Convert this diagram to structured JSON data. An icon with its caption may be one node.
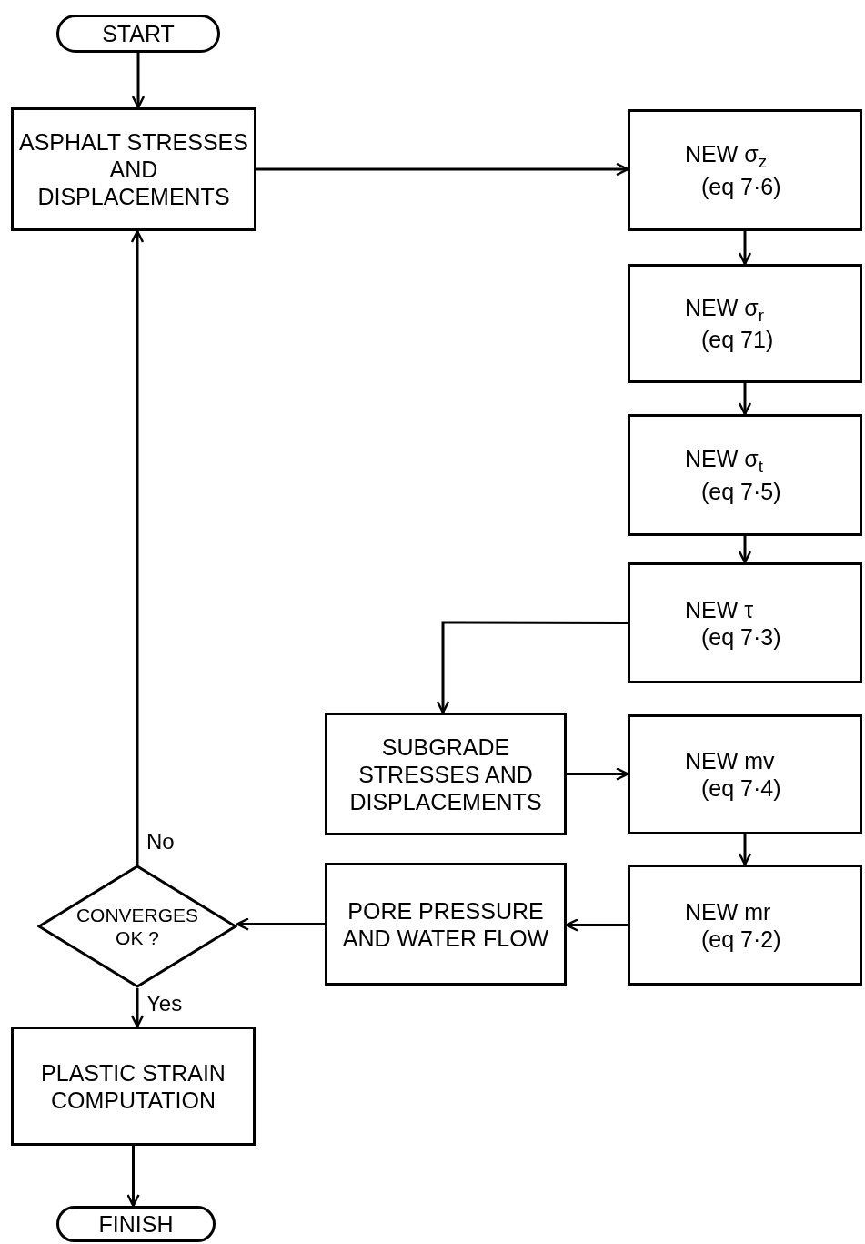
{
  "diagram": {
    "nodes": [
      {
        "text": [
          "START"
        ]
      },
      {
        "text": [
          "ASPHALT STRESSES AND DISPLACEMENTS"
        ]
      },
      {
        "text": [
          "NEW σ$_{z}$",
          "(eq 7·6)"
        ]
      },
      {
        "text": [
          "NEW σ$_{r}$",
          "(eq 71)"
        ]
      },
      {
        "text": [
          "NEW σ$_{t}$",
          "(eq 7·5)"
        ]
      },
      {
        "text": [
          "NEW τ",
          "(eq 7·3)"
        ]
      },
      {
        "text": [
          "SUBGRADE STRESSES AND DISPLACEMENTS"
        ]
      },
      {
        "text": [
          "NEW mv",
          "(eq 7·4)"
        ]
      },
      {
        "text": [
          "PORE PRESSURE AND WATER FLOW"
        ]
      },
      {
        "text": [
          "NEW mr",
          "(eq 7·2)"
        ]
      },
      {
        "text": [
          "CONVERGES OK ?"
        ]
      },
      {
        "text": [
          "PLASTIC STRAIN COMPUTATION"
        ]
      },
      {
        "text": [
          "FINISH"
        ]
      }
    ],
    "edges": [
      {
        "from": 0,
        "to": 1,
        "arrow": "to"
      },
      {
        "from": 1,
        "to": 2,
        "arrow": "to"
      },
      {
        "from": 2,
        "to": 3,
        "arrow": "to"
      },
      {
        "from": 3,
        "to": 4,
        "arrow": "to"
      },
      {
        "from": 4,
        "to": 5,
        "arrow": "to"
      },
      {
        "from": 5,
        "to": 6,
        "arrow": "to"
      },
      {
        "from": 6,
        "to": 7,
        "arrow": "to"
      },
      {
        "from": 7,
        "to": 9,
        "arrow": "to"
      },
      {
        "from": 9,
        "to": 8,
        "arrow": "to"
      },
      {
        "from": 8,
        "to": 10,
        "arrow": "to"
      },
      {
        "from": 10,
        "to": 1,
        "arrow": "to",
        "label": "No"
      },
      {
        "from": 10,
        "to": 11,
        "arrow": "to",
        "label": "Yes"
      },
      {
        "from": 11,
        "to": 12,
        "arrow": "to"
      }
    ]
  }
}
